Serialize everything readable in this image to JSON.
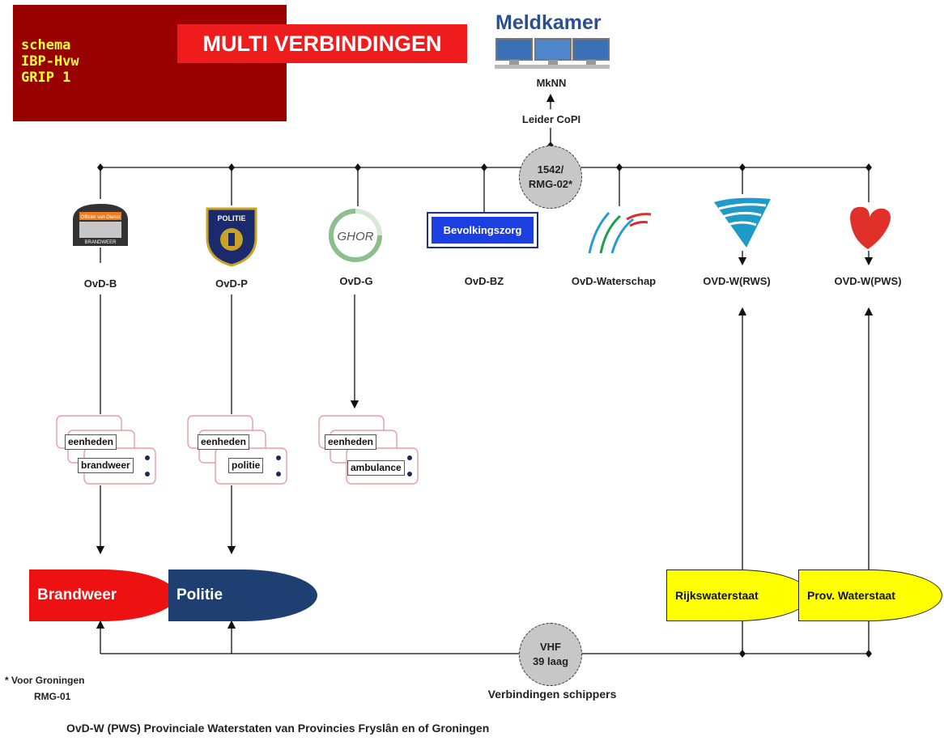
{
  "title": {
    "lines": [
      "schema",
      "IBP-Hvw",
      "GRIP 1"
    ],
    "banner": "MULTI VERBINDINGEN"
  },
  "meldkamer": {
    "title": "Meldkamer",
    "label": "MkNN",
    "leader": "Leider CoPI"
  },
  "hub_top": {
    "line1": "1542/",
    "line2": "RMG-02*"
  },
  "hub_bottom": {
    "line1": "VHF",
    "line2": "39 laag"
  },
  "officers": {
    "b": "OvD-B",
    "p": "OvD-P",
    "g": "OvD-G",
    "bz": "OvD-BZ",
    "waterschap": "OvD-Waterschap",
    "rws": "OVD-W(RWS)",
    "pws": "OVD-W(PWS)"
  },
  "logos": {
    "bz_badge": "Bevolkingszorg",
    "politie_text": "POLITIE",
    "ghor_text": "GHOR",
    "helmet_band": "Officier van Dienst",
    "helmet_bottom": "BRANDWEER"
  },
  "units": {
    "common": "eenheden",
    "brandweer": "brandweer",
    "politie": "politie",
    "ambulance": "ambulance"
  },
  "orgs": {
    "brandweer": "Brandweer",
    "politie": "Politie",
    "rws": "Rijkswaterstaat",
    "pws": "Prov. Waterstaat"
  },
  "footnote": {
    "line1": "* Voor Groningen",
    "line2": "RMG-01"
  },
  "schippers": "Verbindingen schippers",
  "bottom_note": "OvD-W (PWS) Provinciale Waterstaten van Provincies Fryslân en of Groningen",
  "colors": {
    "title_bg": "#990000",
    "title_text": "#ffff33",
    "banner_bg": "#ee1c1c",
    "brandweer": "#ee1111",
    "politie": "#1f3f73",
    "waterstaat": "#ffff00",
    "hub": "#c7c7c7"
  }
}
